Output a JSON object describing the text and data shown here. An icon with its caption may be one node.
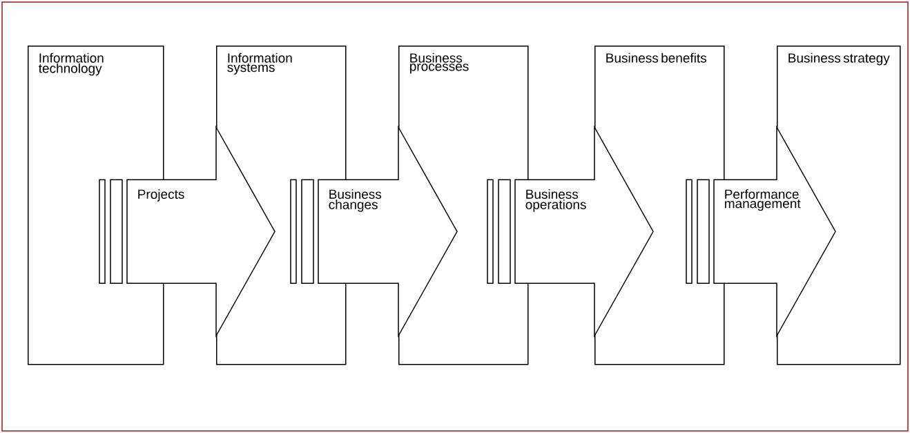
{
  "diagram": {
    "nodes": [
      {
        "text": [
          "Information technology"
        ]
      },
      {
        "text": [
          "Information systems"
        ]
      },
      {
        "text": [
          "Business processes"
        ]
      },
      {
        "text": [
          "Business benefits"
        ]
      },
      {
        "text": [
          "Business strategy"
        ]
      }
    ],
    "edges": [
      {
        "from": 0,
        "to": 1,
        "arrow": "to",
        "label": "Projects"
      },
      {
        "from": 1,
        "to": 2,
        "arrow": "to",
        "label": "Business changes"
      },
      {
        "from": 2,
        "to": 3,
        "arrow": "to",
        "label": "Business operations"
      },
      {
        "from": 3,
        "to": 4,
        "arrow": "to",
        "label": "Performance management"
      }
    ]
  }
}
